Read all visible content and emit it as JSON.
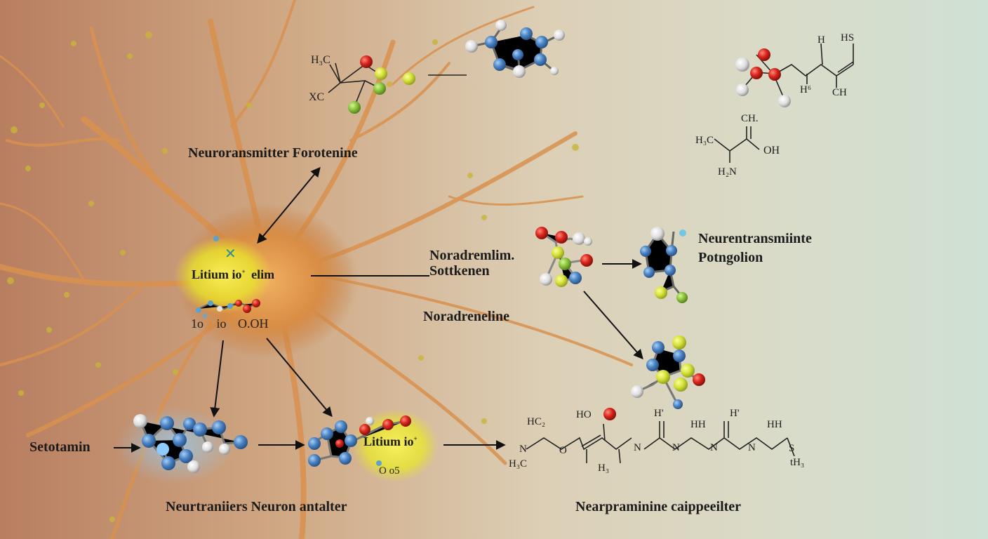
{
  "labels": {
    "neurotransmitter_forotenine": "Neuroransmitter Forotenine",
    "noradremlim_line1": "Noradremlim.",
    "noradremlim_line2": "Sottkenen",
    "noradreneline": "Noradreneline",
    "neurentransmite_line1": "Neurentransmiinte",
    "neurentransmite_line2": "Potngolion",
    "setotamin": "Setotamin",
    "lithium_center": "Litium io",
    "lithium_center_sup": "+",
    "lithium_center_suffix": "elim",
    "lithium_center_sub1": "1o",
    "lithium_center_sub2": "io",
    "lithium_center_sub3": "O.OH",
    "lithium_bottom": "Litium io",
    "lithium_bottom_sup": "+",
    "lithium_bottom_sub": "O o5",
    "neurtranliers": "Neurtraniiers Neuron antalter",
    "nearpraminine": "Nearpraminine caippeeilter"
  },
  "chem": {
    "top_left": {
      "h3c": "H₃C",
      "xc": "XC"
    },
    "top_right": {
      "hs": "HS",
      "h": "H",
      "h_sub": "H⁶",
      "ch": "CH"
    },
    "right_mid": {
      "ch": "CH.",
      "h3c": "H₃C",
      "oh": "OH",
      "h2n": "H₂N"
    },
    "bottom": {
      "hc2": "HC₂",
      "n1": "N",
      "h3c": "H₃C",
      "ho": "HO",
      "o": "O",
      "h3": "H₃",
      "n2": "N",
      "h1": "H'",
      "n3": "N",
      "hh1": "HH",
      "n4": "N",
      "h2": "H'",
      "n5": "N",
      "hh2": "HH",
      "s": "S",
      "th3": "tH₃"
    }
  },
  "colors": {
    "neuron": "#d9914e",
    "lithium_glow": "#f2ef2a",
    "atom_blue": "#4a83c4",
    "atom_yellow": "#d6e23a",
    "atom_green": "#8bc43a",
    "atom_red": "#d8241c",
    "atom_white": "#e8e8e8"
  }
}
